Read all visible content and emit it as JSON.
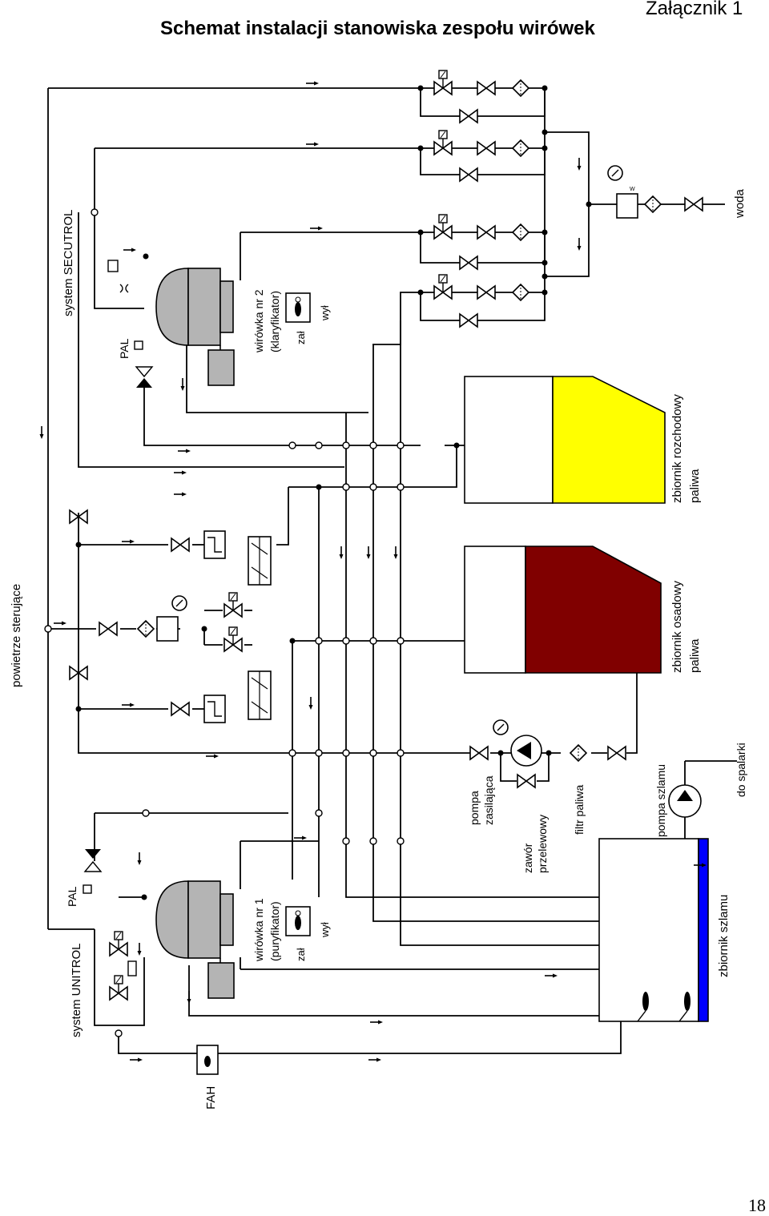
{
  "header": {
    "title": "Schemat instalacji stanowiska zespołu wirówek",
    "annex": "Załącznik 1"
  },
  "footer": {
    "page_number": "18"
  },
  "labels": {
    "control_air": "powietrze sterujące",
    "system_secutrol": "system SECUTROL",
    "system_unitrol": "system UNITROL",
    "pal_top": "PAL",
    "pal_bottom": "PAL",
    "fah": "FAH",
    "sep2_line1": "wirówka nr 2",
    "sep2_line2": "(klaryfikator)",
    "sep1_line1": "wirówka nr 1",
    "sep1_line2": "(puryfikator)",
    "zal_top": "zał",
    "wyl_top": "wył",
    "zal_bottom": "zał",
    "wyl_bottom": "wył",
    "water": "woda",
    "daily_tank_1": "zbiornik rozchodowy",
    "daily_tank_2": "paliwa",
    "settling_tank_1": "zbiornik osadowy",
    "settling_tank_2": "paliwa",
    "feed_pump_1": "pompa",
    "feed_pump_2": "zasilająca",
    "relief_valve_1": "zawór",
    "relief_valve_2": "przelewowy",
    "fuel_filter": "filtr paliwa",
    "sludge_pump": "pompa szlamu",
    "to_incinerator": "do spalarki",
    "sludge_tank": "zbiornik szlamu"
  },
  "colors": {
    "daily_tank_fill": "#ffff00",
    "settling_tank_fill": "#800000",
    "sludge_tank_fill": "#0000ff",
    "separator_fill": "#b4b4b4",
    "line": "#000000"
  },
  "icons": [
    "solenoid-valve-icon",
    "ball-valve-icon",
    "check-valve-icon",
    "filter-icon",
    "pressure-gauge-icon",
    "pressure-reducer-icon",
    "pump-icon",
    "level-switch-icon",
    "heater-icon",
    "directional-valve-icon",
    "flow-arrow-icon"
  ]
}
